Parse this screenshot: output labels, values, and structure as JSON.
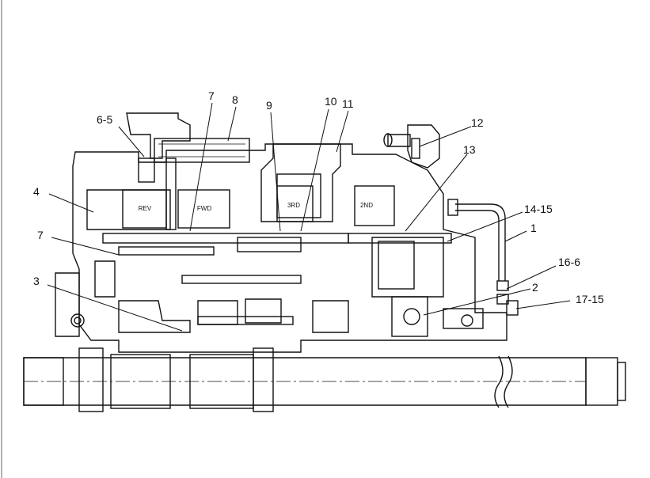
{
  "figure": {
    "callouts": [
      {
        "id": "6-5",
        "text": "6-5"
      },
      {
        "id": "7a",
        "text": "7"
      },
      {
        "id": "8",
        "text": "8"
      },
      {
        "id": "9",
        "text": "9"
      },
      {
        "id": "10",
        "text": "10"
      },
      {
        "id": "11",
        "text": "11"
      },
      {
        "id": "12",
        "text": "12"
      },
      {
        "id": "4",
        "text": "4"
      },
      {
        "id": "13",
        "text": "13"
      },
      {
        "id": "14-15",
        "text": "14-15"
      },
      {
        "id": "1",
        "text": "1"
      },
      {
        "id": "7b",
        "text": "7"
      },
      {
        "id": "16-6",
        "text": "16-6"
      },
      {
        "id": "2",
        "text": "2"
      },
      {
        "id": "3",
        "text": "3"
      },
      {
        "id": "17-15",
        "text": "17-15"
      }
    ],
    "clutch_labels": {
      "rev": "REV",
      "fwd": "FWD",
      "third": "3RD",
      "second": "2ND"
    }
  }
}
